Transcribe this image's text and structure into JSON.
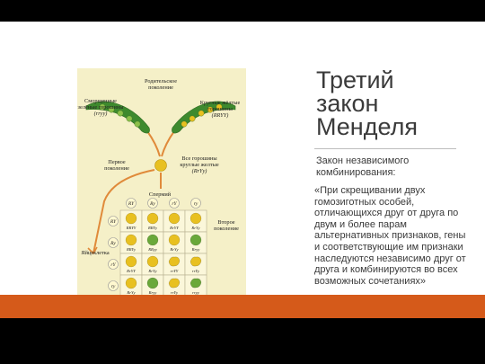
{
  "slide": {
    "title_lines": [
      "Третий",
      "закон",
      "Менделя"
    ],
    "subtitle": "Закон независимого комбинирования:",
    "body": "«При скрещивании двух гомозиготных особей, отличающихся друг от друга по двум и более парам альтернативных признаков, гены и соответствующие им признаки наследуются независимо друг от друга и комбинируются во всех возможных сочетаниях»"
  },
  "diagram": {
    "parents_label": [
      "Родительское",
      "поколение"
    ],
    "left_parent": [
      "Сморщенные",
      "зелёные горошины",
      "(rryy)"
    ],
    "right_parent": [
      "Круглые жёлтые",
      "горошины",
      "(RRYY)"
    ],
    "f1_label": [
      "Первое",
      "поколение"
    ],
    "f1_desc": [
      "Все горошины",
      "круглые желтые",
      "(RrYy)"
    ],
    "sperm_label": "Спермий",
    "egg_label": "Яйцеклетка",
    "f2_label": [
      "Второе",
      "поколение"
    ],
    "gametes": [
      "RY",
      "Ry",
      "rY",
      "ry"
    ],
    "grid": [
      [
        "RRYY",
        "RRYy",
        "RrYY",
        "RrYy"
      ],
      [
        "RRYy",
        "RRyy",
        "RrYy",
        "Rryy"
      ],
      [
        "RrYY",
        "RrYy",
        "rrYY",
        "rrYy"
      ],
      [
        "RrYy",
        "Rryy",
        "rrYy",
        "rryy"
      ]
    ],
    "colors": {
      "yellow": "#e8c020",
      "green": "#6aa83a",
      "pod": "#3e8a2e",
      "arrow": "#e08a3a",
      "bg": "#f5f0c8"
    }
  }
}
